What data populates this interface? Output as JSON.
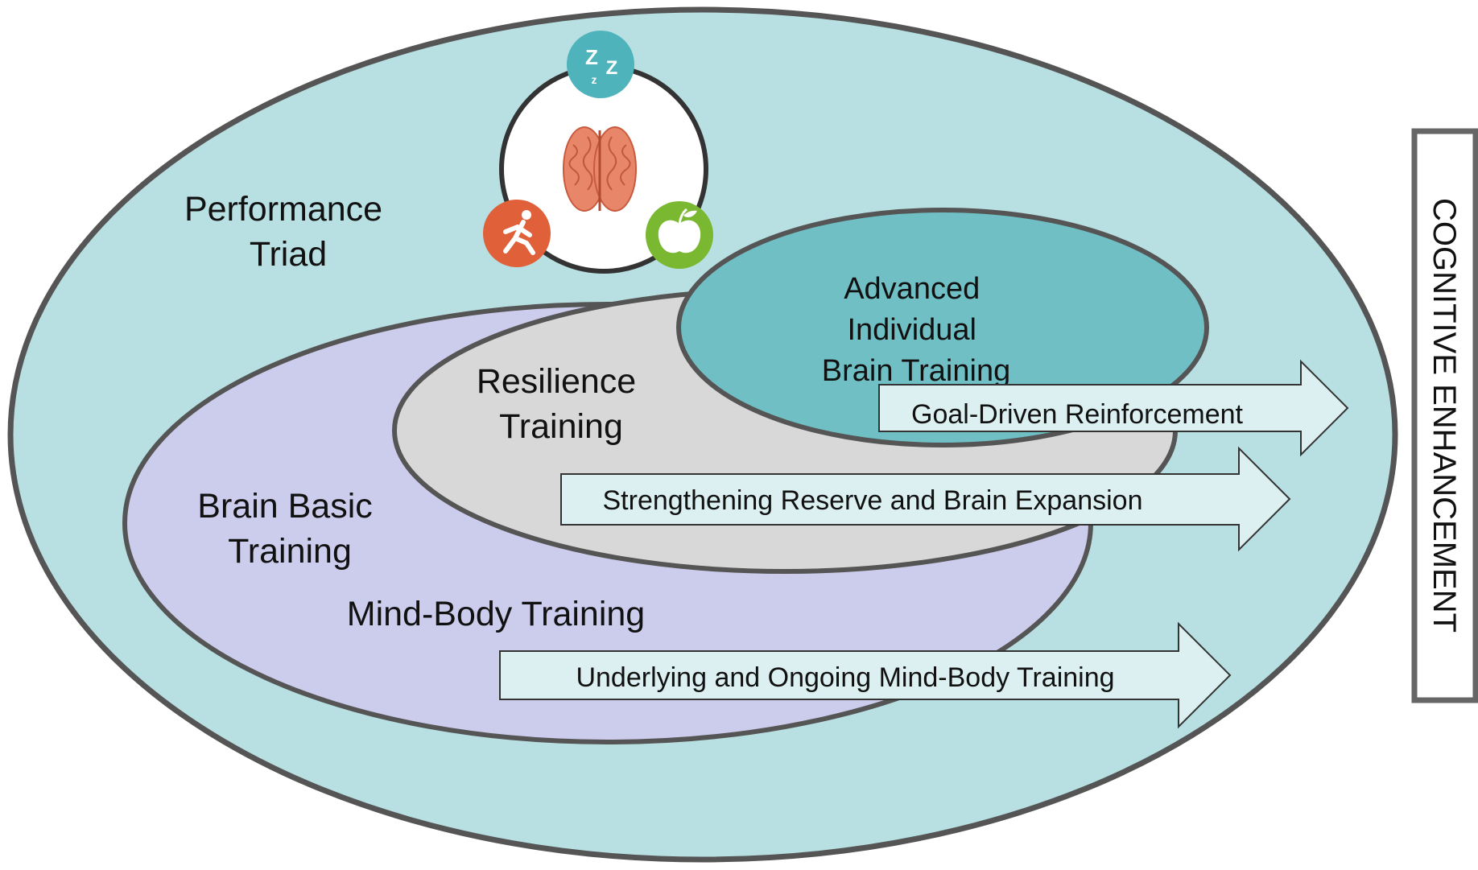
{
  "labels": {
    "performance_triad": [
      "Performance",
      "Triad"
    ],
    "resilience_training": [
      "Resilience",
      "Training"
    ],
    "brain_basic_training": [
      "Brain Basic",
      "Training"
    ],
    "mind_body_training": "Mind-Body Training",
    "advanced_individual": [
      "Advanced",
      "Individual",
      "Brain Training"
    ]
  },
  "arrows": {
    "goal_driven": "Goal-Driven Reinforcement",
    "strengthening": "Strengthening Reserve and Brain Expansion",
    "underlying": "Underlying and Ongoing Mind-Body Training"
  },
  "side_box": {
    "text": "COGNITIVE ENHANCEMENT"
  },
  "icons": {
    "sleep": {
      "name": "sleep-icon",
      "glyph": "Zzz",
      "color": "#4fb3bc"
    },
    "brain": {
      "name": "brain-icon",
      "color": "#e8866a"
    },
    "activity": {
      "name": "running-person-icon",
      "color": "#e0603a"
    },
    "nutrition": {
      "name": "apple-icon",
      "color": "#7ab832"
    }
  },
  "colors": {
    "outer_fill": "#b8e0e3",
    "basic_fill": "#ccccec",
    "resilience_fill": "#d8d8d8",
    "advanced_fill": "#6fbfc4",
    "arrow_fill": "#dcf0f1",
    "outline": "#555555"
  }
}
